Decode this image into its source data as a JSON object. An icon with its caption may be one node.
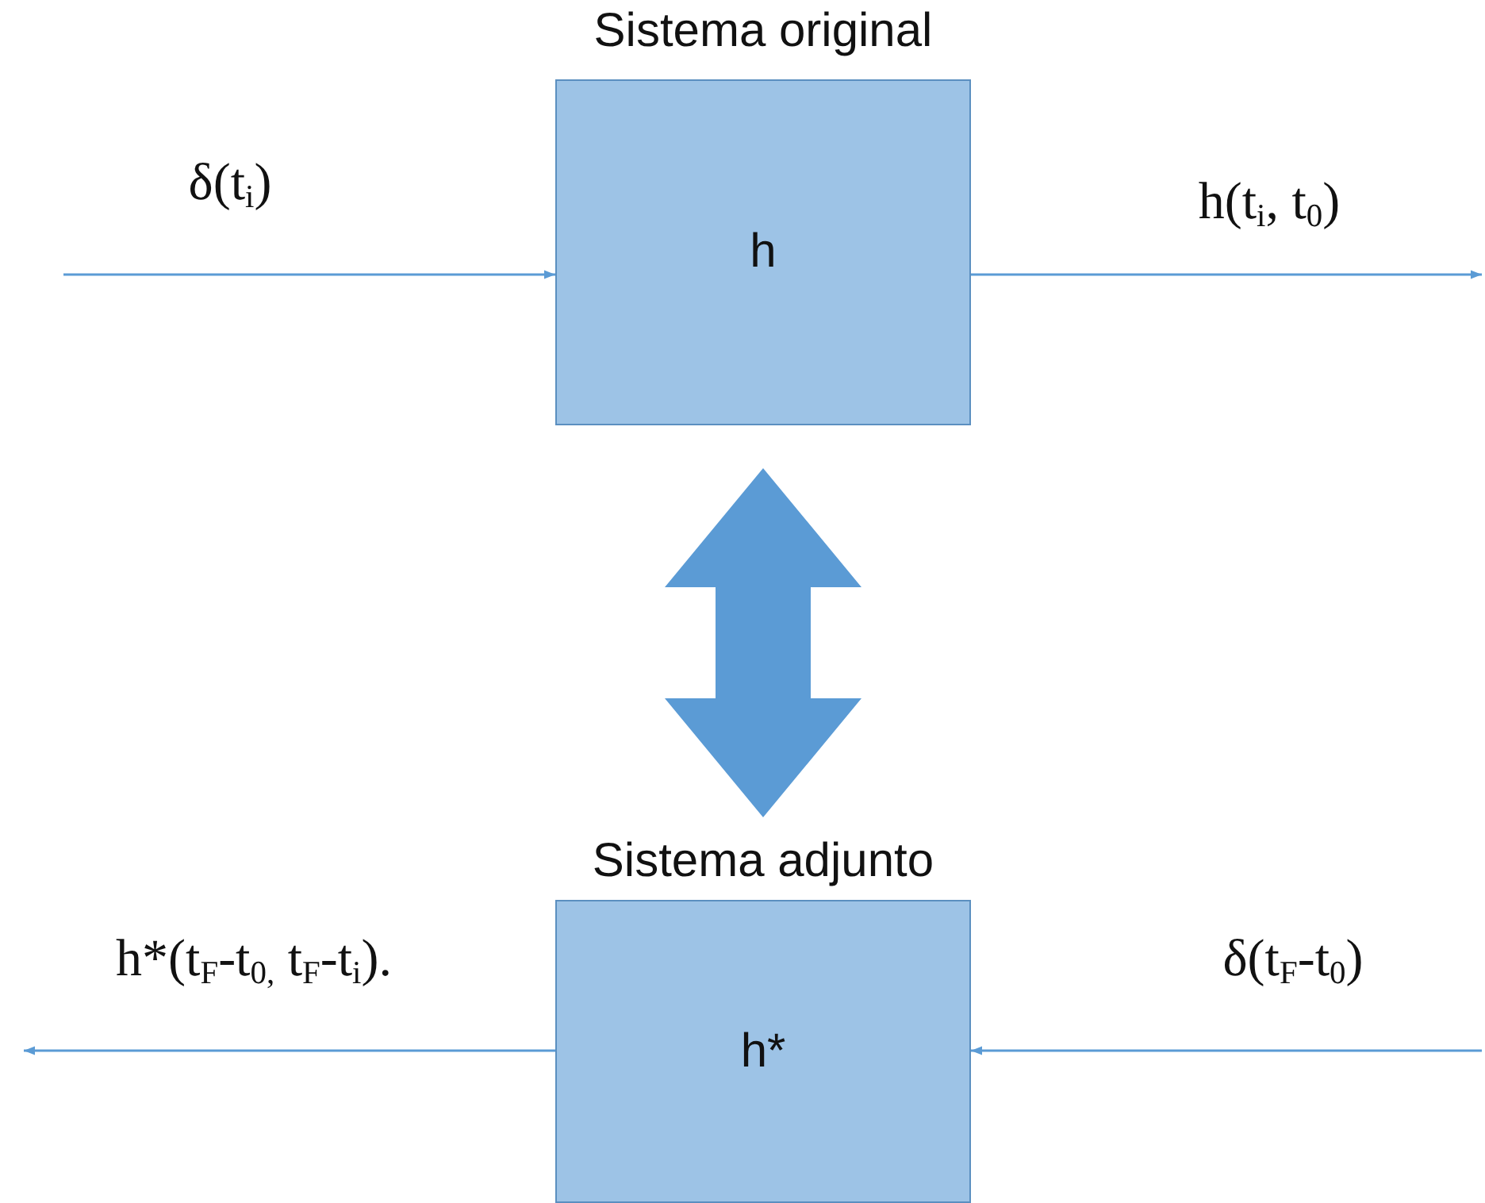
{
  "diagram": {
    "nodes": [
      {
        "text": [
          "Sistema original",
          "h"
        ]
      },
      {
        "text": [
          "Sistema adjunto",
          "h*"
        ]
      }
    ],
    "edges": [
      {
        "from": null,
        "to": 0,
        "arrow": "to",
        "label": "δ(t$_{i}$)"
      },
      {
        "from": 0,
        "to": null,
        "arrow": "to",
        "label": "h(t$_{i}$, t$_{0}$)"
      },
      {
        "from": null,
        "to": 1,
        "arrow": "to",
        "label": "δ(t$_{F}$-t$_{0}$)"
      },
      {
        "from": 1,
        "to": null,
        "arrow": "to",
        "label": "h*(t$_{F}$-t$_{0,}$ t$_{F}$-t$_{i}$)."
      },
      {
        "from": 0,
        "to": 1,
        "arrow": "both",
        "style": "thick"
      }
    ]
  }
}
